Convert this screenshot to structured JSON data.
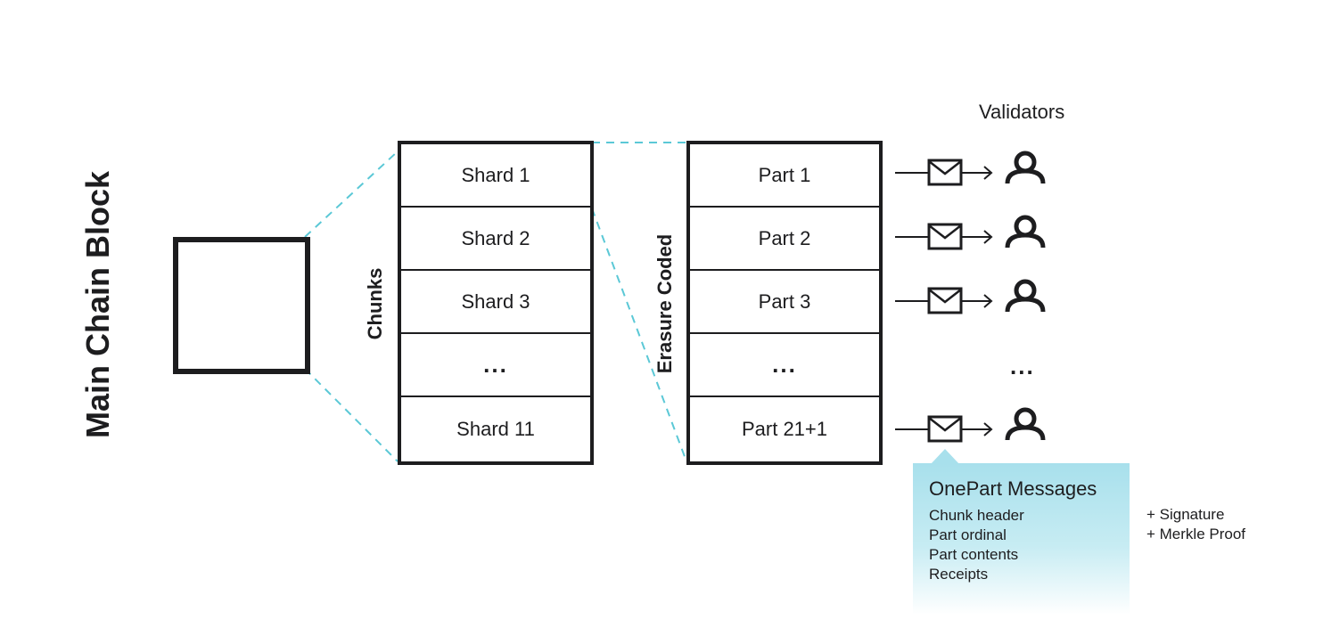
{
  "block_title": "Main Chain Block",
  "chunks_label": "Chunks",
  "erasure_label": "Erasure Coded",
  "shards": [
    "Shard 1",
    "Shard 2",
    "Shard 3",
    "...",
    "Shard 11"
  ],
  "parts": [
    "Part 1",
    "Part 2",
    "Part 3",
    "...",
    "Part 21+1"
  ],
  "validators": {
    "title": "Validators",
    "ellipsis": "..."
  },
  "callout": {
    "title": "OnePart Messages",
    "items": [
      "Chunk header",
      "Part ordinal",
      "Part contents",
      "Receipts"
    ],
    "extras": [
      "+ Signature",
      "+ Merkle Proof"
    ]
  },
  "colors": {
    "ink": "#1d1d1f",
    "dashed_connector": "#5bc8d6",
    "callout_fill": "#a8e0ec"
  },
  "icons": {
    "message": "envelope-icon",
    "validator": "person-icon",
    "arrow": "arrow-right-icon"
  }
}
